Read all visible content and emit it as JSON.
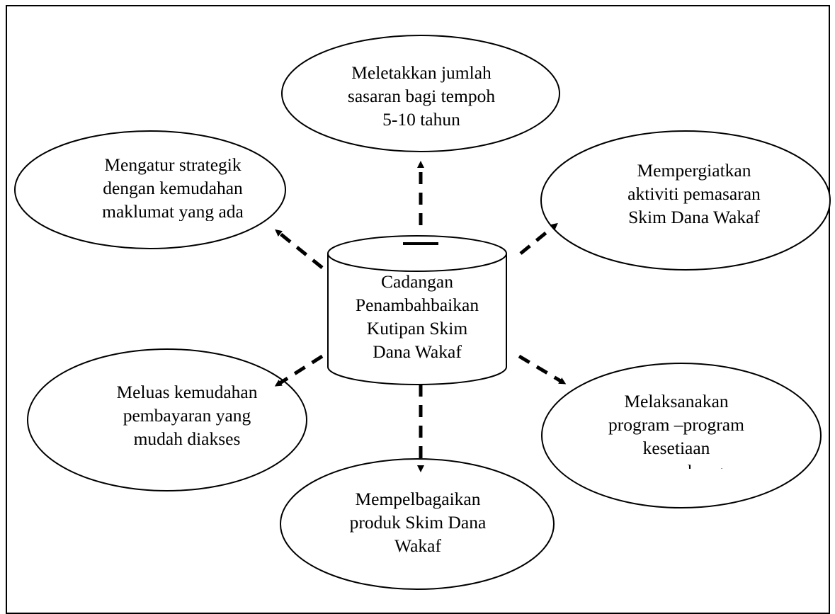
{
  "diagram": {
    "center": {
      "lines": [
        "Cadangan",
        "Penambahbaikan",
        "Kutipan Skim",
        "Dana Wakaf"
      ]
    },
    "nodes": {
      "top": {
        "lines": [
          "Meletakkan jumlah",
          "sasaran bagi tempoh",
          "5-10 tahun"
        ]
      },
      "top_left": {
        "lines": [
          "Mengatur strategik",
          "dengan kemudahan",
          "maklumat yang ada"
        ]
      },
      "top_right": {
        "lines": [
          "Mempergiatkan",
          "aktiviti pemasaran",
          "Skim Dana Wakaf"
        ]
      },
      "bottom_left": {
        "lines": [
          "Meluas kemudahan",
          "pembayaran yang",
          "mudah diakses"
        ]
      },
      "bottom_right": {
        "lines": [
          "Melaksanakan",
          "program –program",
          "kesetiaan",
          "penyumbang"
        ]
      },
      "bottom": {
        "lines": [
          "Mempelbagaikan",
          "produk Skim Dana",
          "Wakaf"
        ]
      }
    },
    "colors": {
      "stroke": "#000000",
      "fill": "#ffffff",
      "text": "#000000"
    }
  }
}
